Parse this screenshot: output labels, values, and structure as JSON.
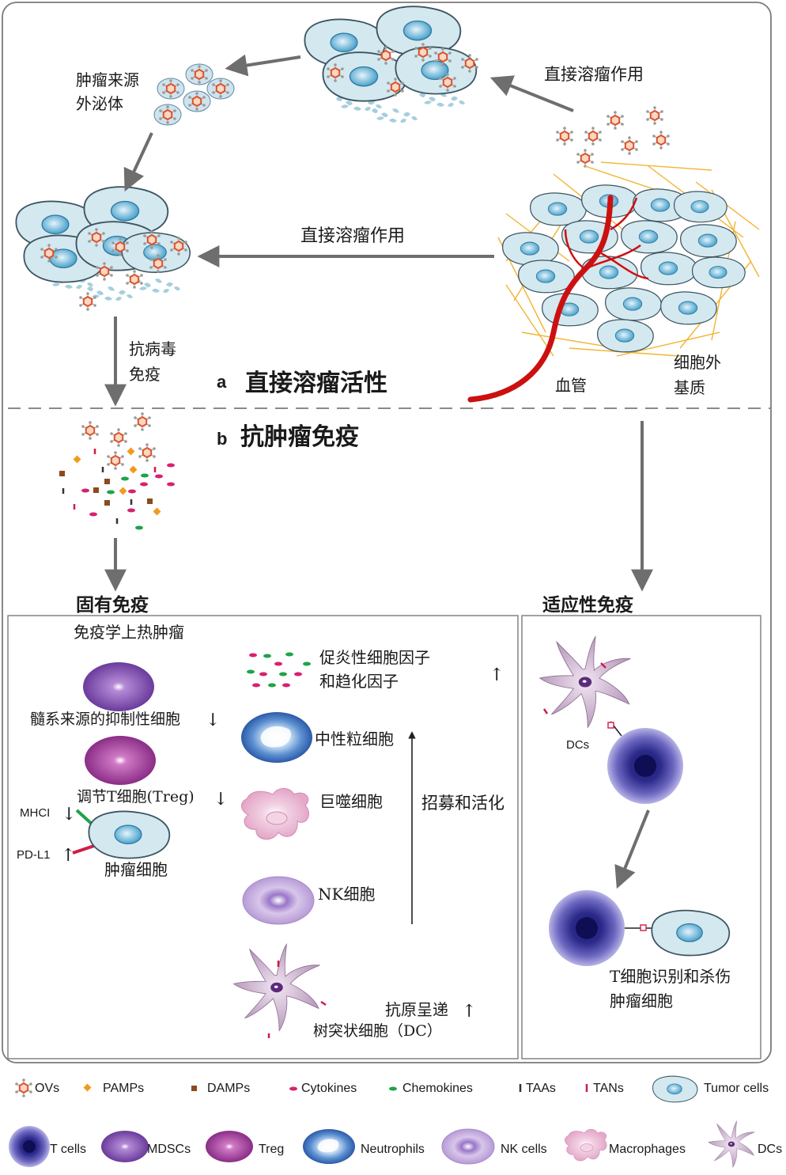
{
  "panel_a": {
    "letter": "a",
    "title": "直接溶瘤活性",
    "label_exosome_line1": "肿瘤来源",
    "label_exosome_line2": "外泌体",
    "label_direct_lysis_top": "直接溶瘤作用",
    "label_direct_lysis_mid": "直接溶瘤作用",
    "label_antiviral_line1": "抗病毒",
    "label_antiviral_line2": "免疫",
    "label_blood_vessel": "血管",
    "label_ecm_line1": "细胞外",
    "label_ecm_line2": "基质"
  },
  "panel_b": {
    "letter": "b",
    "title": "抗肿瘤免疫",
    "innate": {
      "heading": "固有免疫",
      "subheading": "免疫学上热肿瘤",
      "mdsc_label": "髓系来源的抑制性细胞",
      "mdsc_arrow": "↓",
      "treg_label": "调节T细胞(Treg)",
      "treg_arrow": "↓",
      "mhci_label": "MHCI",
      "mhci_arrow": "↓",
      "pdl1_label": "PD-L1",
      "pdl1_arrow": "↑",
      "tumor_cell_label": "肿瘤细胞",
      "cytokines_line1": "促炎性细胞因子",
      "cytokines_line2": "和趋化因子",
      "cytokines_arrow": "↑",
      "neutrophil_label": "中性粒细胞",
      "macrophage_label": "巨噬细胞",
      "nk_label": "NK细胞",
      "dc_label": "树突状细胞（DC）",
      "antigen_label": "抗原呈递",
      "antigen_arrow": "↑",
      "recruit_label": "招募和活化"
    },
    "adaptive": {
      "heading": "适应性免疫",
      "dcs_label": "DCs",
      "tcell_line1": "T细胞识别和杀伤",
      "tcell_line2": "肿瘤细胞"
    }
  },
  "legend": {
    "row1": [
      {
        "icon": "ov-icon",
        "label": "OVs"
      },
      {
        "icon": "pamp-icon",
        "label": "PAMPs"
      },
      {
        "icon": "damp-icon",
        "label": "DAMPs"
      },
      {
        "icon": "cytokine-icon",
        "label": "Cytokines"
      },
      {
        "icon": "chemokine-icon",
        "label": "Chemokines"
      },
      {
        "icon": "taa-icon",
        "label": "TAAs"
      },
      {
        "icon": "tan-icon",
        "label": "TANs"
      },
      {
        "icon": "tumor-cell-icon",
        "label": "Tumor cells"
      }
    ],
    "row2": [
      {
        "icon": "t-cell-icon",
        "label": "T cells"
      },
      {
        "icon": "mdsc-icon",
        "label": "MDSCs"
      },
      {
        "icon": "treg-icon",
        "label": "Treg"
      },
      {
        "icon": "neutrophil-icon",
        "label": "Neutrophils"
      },
      {
        "icon": "nk-cell-icon",
        "label": "NK cells"
      },
      {
        "icon": "macrophage-icon",
        "label": "Macrophages"
      },
      {
        "icon": "dc-icon",
        "label": "DCs"
      }
    ]
  },
  "colors": {
    "ov": "#d9532b",
    "pamp": "#f29a1d",
    "damp": "#8b4b1e",
    "cytokine": "#d6226e",
    "chemokine": "#1fa34a",
    "taa": "#333333",
    "tan": "#d01b4a",
    "tumor_fill": "#d4e8f0",
    "nucleus": "#5aaed0",
    "vessel": "#cc1010",
    "ecm": "#f2b430",
    "arrow": "#6e6e6e"
  }
}
